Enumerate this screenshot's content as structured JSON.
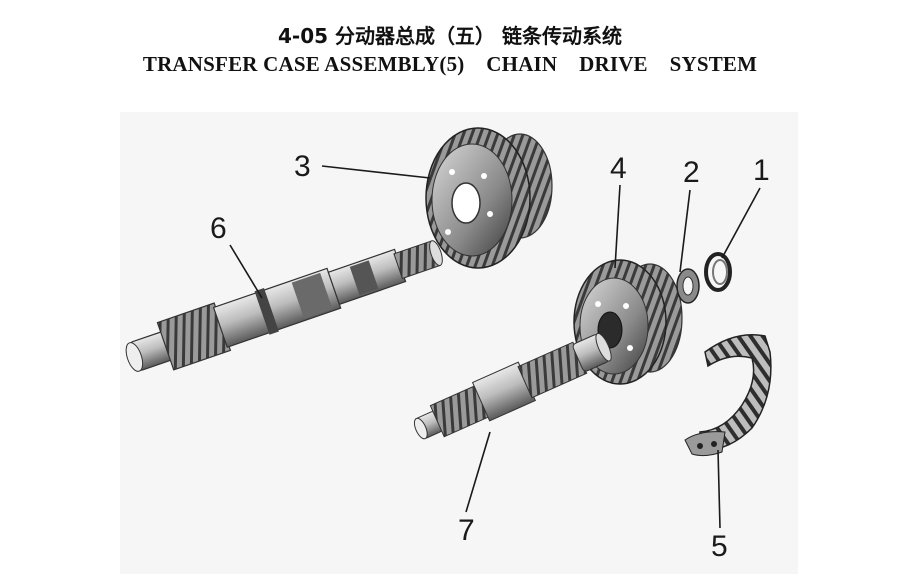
{
  "header": {
    "title_cn": "4-05 分动器总成（五）  链条传动系统",
    "title_en": "TRANSFER CASE ASSEMBLY(5)    CHAIN    DRIVE    SYSTEM"
  },
  "callouts": {
    "part_1": "1",
    "part_2": "2",
    "part_3": "3",
    "part_4": "4",
    "part_5": "5",
    "part_6": "6",
    "part_7": "7"
  }
}
